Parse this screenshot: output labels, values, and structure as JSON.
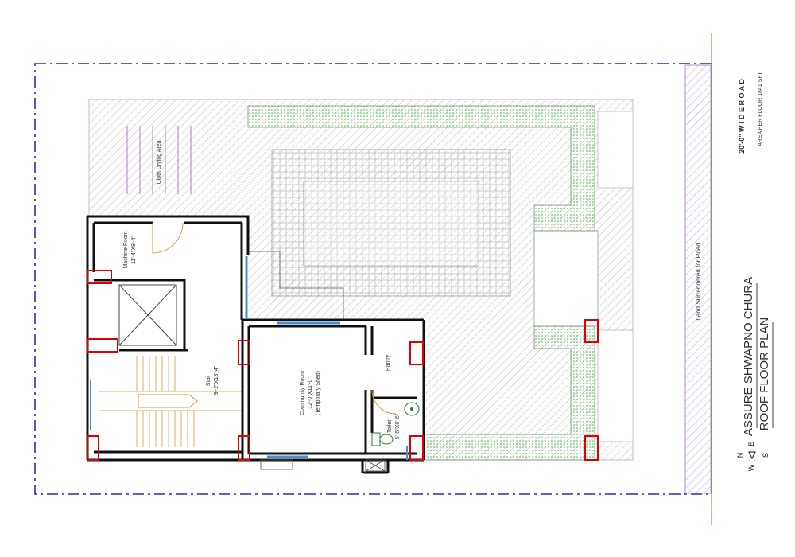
{
  "title_block": {
    "project": "ASSURE SHWAPNO CHURA",
    "sheet": "ROOF FLOOR PLAN",
    "road": "20'-0\" W I D E  R O A D",
    "area": "AREA PER FLOOR 1841 SFT"
  },
  "compass": {
    "n": "N",
    "e": "E",
    "w": "W",
    "s": "S"
  },
  "rooms": {
    "cloth_drying": "Cloth Drying Area",
    "machine_room_name": "Machine Room",
    "machine_room_size": "11'-4\"X8'-4\"",
    "stair_name": "Stair",
    "stair_size": "9'-2\"X13'-4\"",
    "community_name": "Community Room",
    "community_size": "12'-0\"X11'-0\"",
    "community_note": "(Temporary Shed)",
    "pantry": "Pantry",
    "toilet_name": "Toilet",
    "toilet_size": "5'-6\"X6'-6\"",
    "land_surrendered": "Land Surrendered for Road"
  },
  "colors": {
    "boundary": "#2b2bb0",
    "column": "#e00000",
    "green": "#33aa33",
    "hatch": "#b8b8b8",
    "window": "#4a8fd0",
    "door": "#d49a3a"
  }
}
